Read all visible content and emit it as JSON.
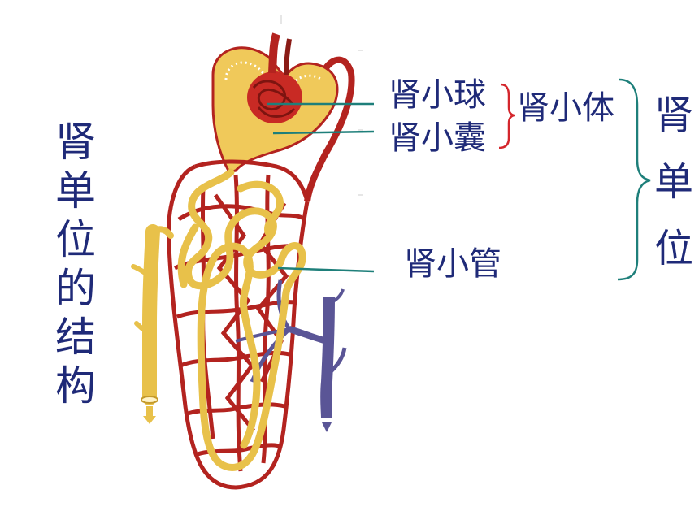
{
  "left_title": {
    "chars": [
      "肾",
      "单",
      "位",
      "的",
      "结",
      "构"
    ]
  },
  "labels": {
    "glomerulus": "肾小球",
    "capsule": "肾小囊",
    "corpuscle": "肾小体",
    "tubule": "肾小管"
  },
  "right_title": {
    "chars": [
      "肾",
      "单",
      "位"
    ]
  },
  "colors": {
    "text": "#1f2a78",
    "artery": "#b3231f",
    "tubule": "#e8c14a",
    "vein": "#5a5596",
    "pointer_line": "#1e7f7a",
    "small_bracket": "#d4262c",
    "big_bracket": "#1e7f7a"
  }
}
